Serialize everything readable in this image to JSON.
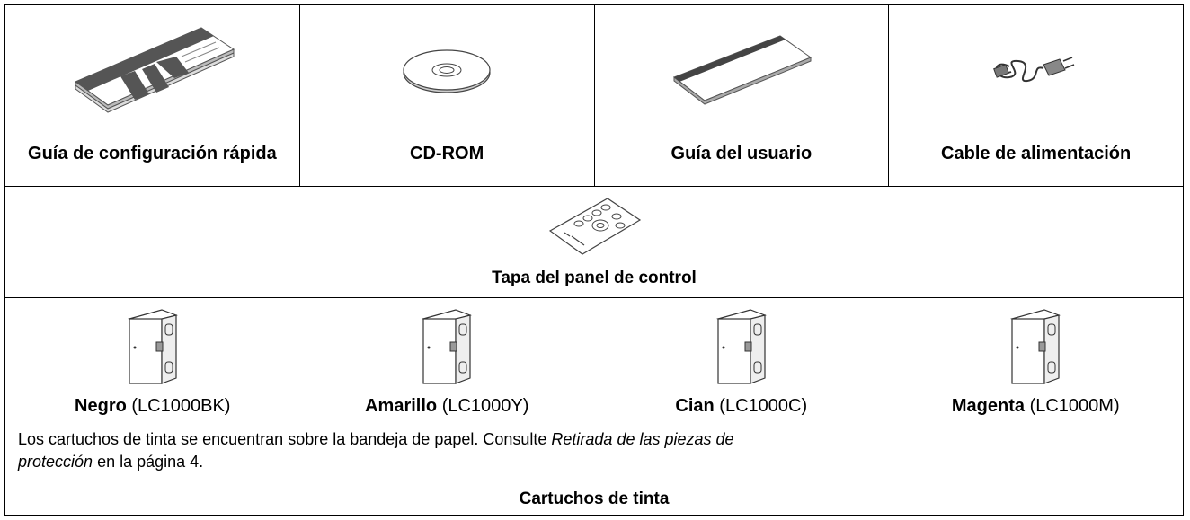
{
  "items_row": [
    {
      "label": "Guía de configuración rápida",
      "icon": "quick-setup-guide-icon"
    },
    {
      "label": "CD-ROM",
      "icon": "cd-rom-icon"
    },
    {
      "label": "Guía del usuario",
      "icon": "user-guide-icon"
    },
    {
      "label": "Cable de alimentación",
      "icon": "power-cord-icon"
    }
  ],
  "panel_cover": {
    "label": "Tapa del panel de control",
    "icon": "control-panel-cover-icon"
  },
  "cartridges": [
    {
      "name": "Negro",
      "code": "(LC1000BK)"
    },
    {
      "name": "Amarillo",
      "code": "(LC1000Y)"
    },
    {
      "name": "Cian",
      "code": "(LC1000C)"
    },
    {
      "name": "Magenta",
      "code": "(LC1000M)"
    }
  ],
  "note": {
    "part1": "Los cartuchos de tinta se encuentran sobre la bandeja de papel. Consulte ",
    "italic1": "Retirada de las piezas de",
    "italic2": "protección",
    "part2": " en la página 4."
  },
  "cartridges_caption": "Cartuchos de tinta"
}
